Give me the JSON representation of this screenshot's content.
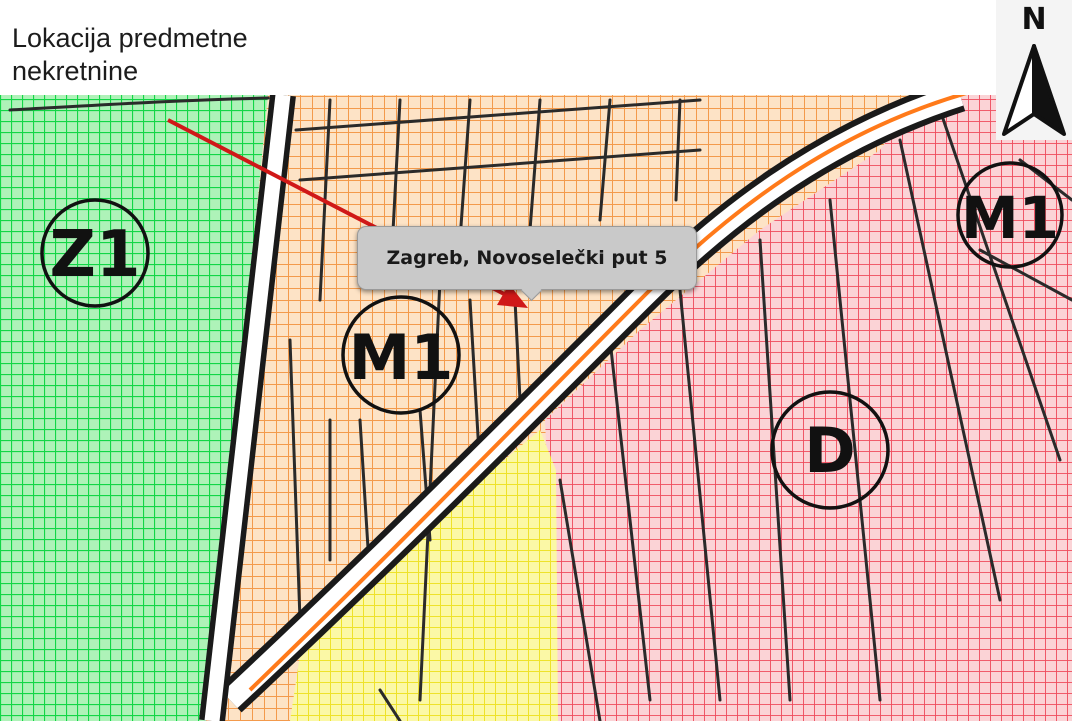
{
  "title": {
    "line1": "Lokacija predmetne",
    "line2": "nekretnine"
  },
  "tooltip": {
    "text": "Zagreb, Novoselečki put 5"
  },
  "compass": {
    "label": "N"
  },
  "zones": {
    "z1": {
      "label": "Z1",
      "color": "#22e05a"
    },
    "m1_center": {
      "label": "M1",
      "color": "#f5a55a"
    },
    "m1_right": {
      "label": "M1",
      "color": "#f5a55a"
    },
    "d": {
      "label": "D",
      "color": "#f25c6a"
    },
    "yellow": {
      "color": "#f5ee3a"
    }
  },
  "colors": {
    "arrow": "#d01818",
    "road_edge": "#ff7a1a"
  }
}
